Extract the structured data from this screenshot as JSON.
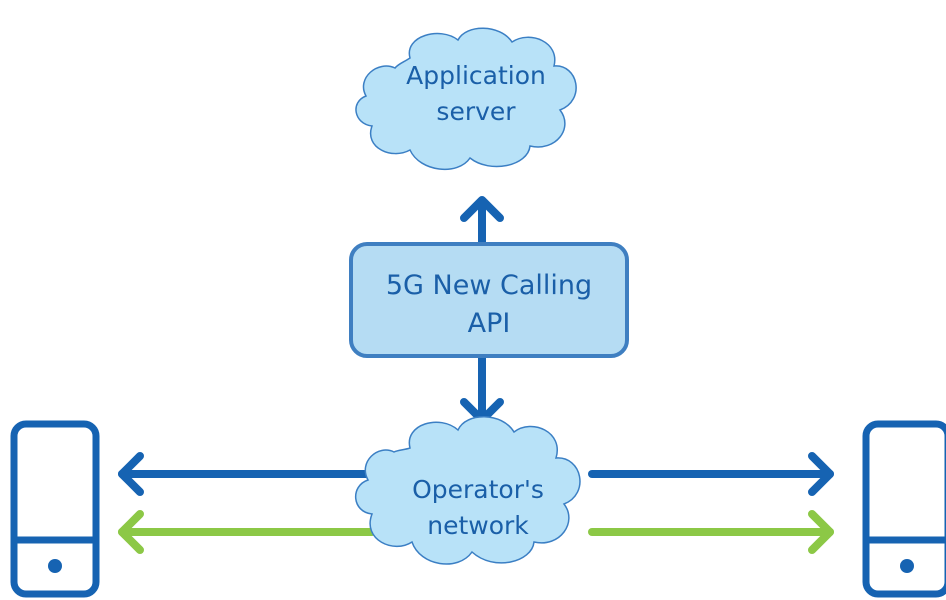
{
  "app_server": {
    "line1": "Application",
    "line2": "server"
  },
  "api_box": {
    "line1": "5G New Calling",
    "line2": "API"
  },
  "operator_network": {
    "line1": "Operator's",
    "line2": "network"
  },
  "colors": {
    "cloud_fill": "#b8e2f8",
    "cloud_stroke": "#3b7fc4",
    "box_fill": "#b5dcf3",
    "box_stroke": "#3f7fc1",
    "arrow_blue": "#1663b2",
    "arrow_green": "#8cc846",
    "phone_stroke": "#1663b2",
    "text": "#1a5fa8"
  },
  "icons": {
    "left_device": "smartphone-icon",
    "right_device": "smartphone-icon"
  }
}
